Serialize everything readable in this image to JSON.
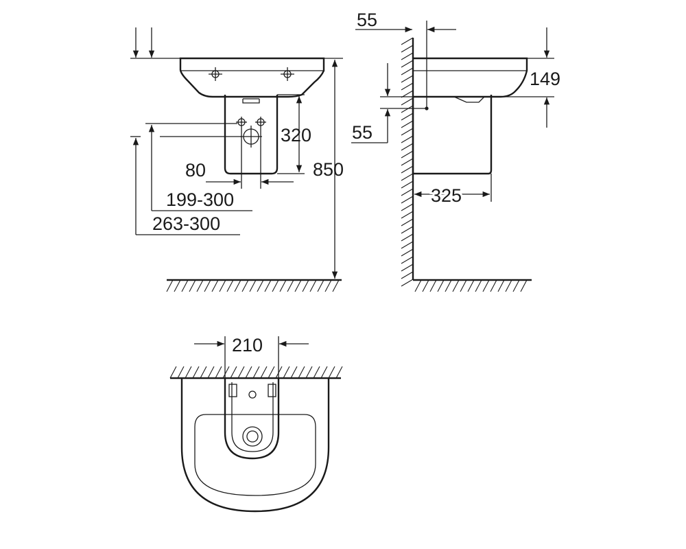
{
  "dimensions": {
    "front_height_total": "850",
    "pedestal_height": "320",
    "waste_offset": "80",
    "supply_height_range": "199-300",
    "waste_height_range": "263-300",
    "wall_to_center": "55",
    "waste_below_rim": "55",
    "basin_height": "149",
    "pedestal_depth": "325",
    "pedestal_width": "210"
  }
}
